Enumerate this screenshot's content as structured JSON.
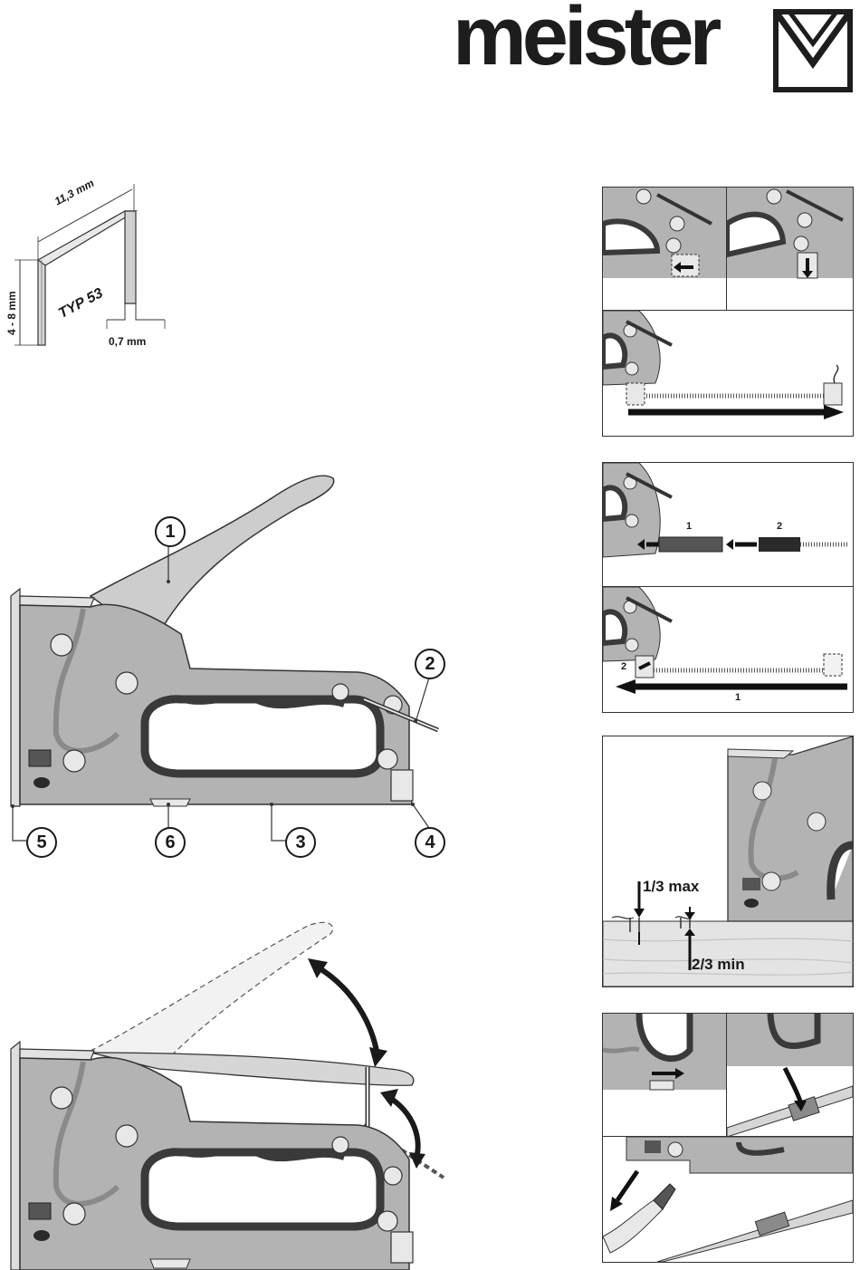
{
  "brand": {
    "name": "meister"
  },
  "staple_spec": {
    "type_label": "TYP 53",
    "width_label": "11,3 mm",
    "height_label": "4 - 8 mm",
    "thickness_label": "0,7 mm"
  },
  "callouts": [
    "1",
    "2",
    "3",
    "4",
    "5",
    "6"
  ],
  "loading_step_labels": {
    "pusher": "2",
    "staples": "1"
  },
  "unload_step_labels": {
    "slide": "2",
    "pull": "1"
  },
  "depth_labels": {
    "max": "1/3 max",
    "min": "2/3 min"
  },
  "colors": {
    "body": "#b3b3b3",
    "handle": "#c9c9c9",
    "grip": "#3a3a3a",
    "wood": "#e4e4e4"
  }
}
